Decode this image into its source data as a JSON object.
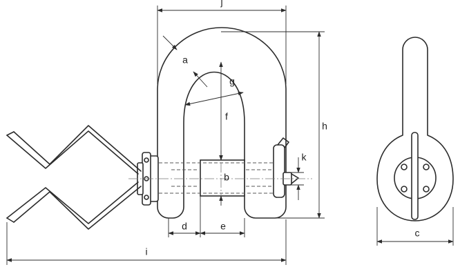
{
  "dimension_labels": {
    "a": "a",
    "b": "b",
    "c": "c",
    "d": "d",
    "e": "e",
    "f": "f",
    "g": "g",
    "h": "h",
    "i": "i",
    "j": "j",
    "k": "k"
  }
}
